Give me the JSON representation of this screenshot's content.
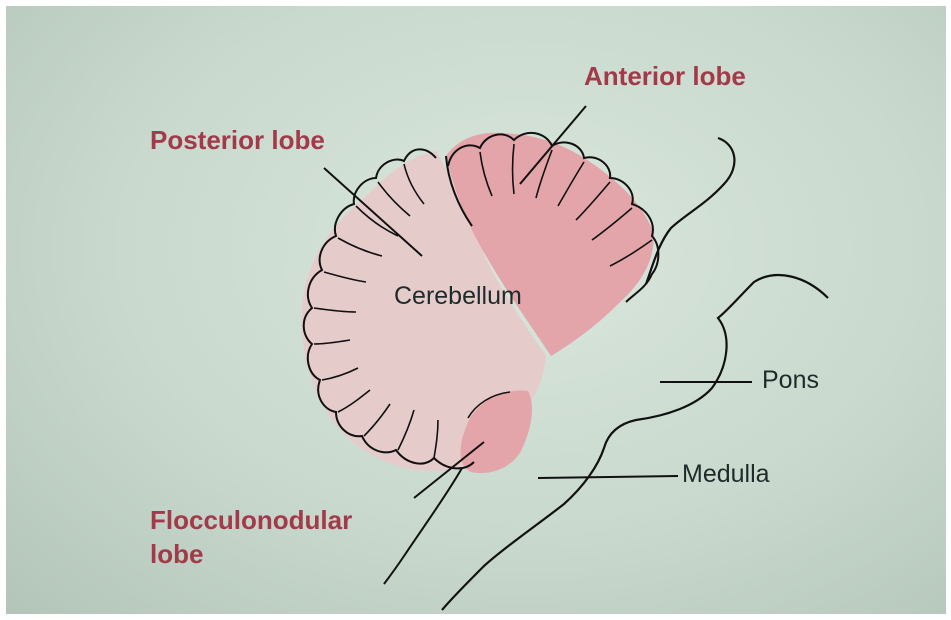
{
  "diagram": {
    "labels": {
      "anterior_lobe": "Anterior lobe",
      "posterior_lobe": "Posterior lobe",
      "cerebellum": "Cerebellum",
      "pons": "Pons",
      "medulla": "Medulla",
      "flocculonodular_line1": "Flocculonodular",
      "flocculonodular_line2": "lobe"
    },
    "colors": {
      "lobe_label": "#a33a4a",
      "structure_label": "#1f2a2a",
      "anterior_fill": "#e3a5aa",
      "posterior_fill": "#e6cbcb",
      "outline": "#111111",
      "paper": "#cfdfd3"
    }
  }
}
